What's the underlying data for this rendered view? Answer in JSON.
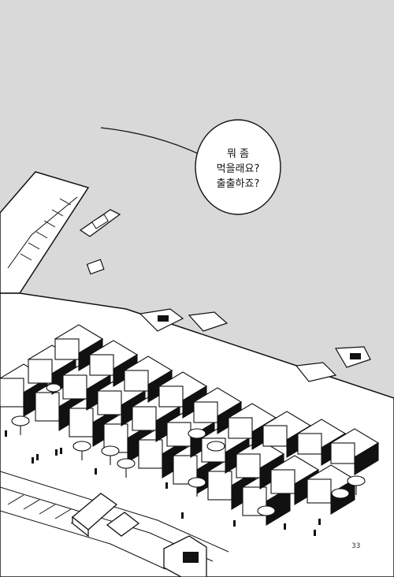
{
  "colors": {
    "water": "#d9d9d9",
    "ink": "#111111",
    "paper": "#ffffff",
    "awning": "#111111"
  },
  "speech_bubble": {
    "lines": [
      "뭐 좀",
      "먹을래요?",
      "출출하죠?"
    ]
  },
  "page_number": "33"
}
